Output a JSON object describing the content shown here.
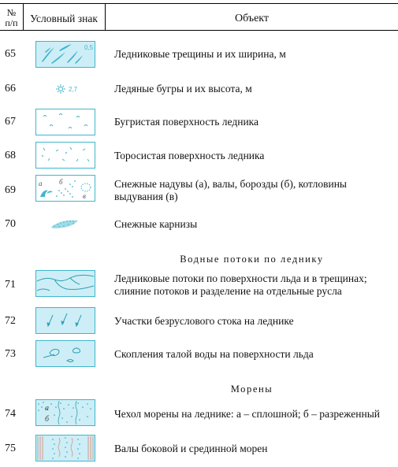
{
  "header": {
    "num_line1": "№",
    "num_line2": "п/п",
    "sign": "Условный знак",
    "object": "Объект"
  },
  "rows": [
    {
      "num": "65",
      "text": "Ледниковые трещины и их ширина, м",
      "symbol_label": "0,5"
    },
    {
      "num": "66",
      "text": "Ледяные бугры и их высота, м",
      "symbol_label": "2,7"
    },
    {
      "num": "67",
      "text": "Бугристая поверхность ледника"
    },
    {
      "num": "68",
      "text": "Торосистая поверхность ледника"
    },
    {
      "num": "69",
      "text": "Снежные надувы (а), валы, борозды (б), котловины выдувания (в)",
      "symbol_labels": [
        "а",
        "б",
        "в"
      ]
    },
    {
      "num": "70",
      "text": "Снежные карнизы"
    },
    {
      "num": "71",
      "text": "Ледниковые потоки по поверхности льда и в трещинах; слияние потоков и разделение на отдельные русла"
    },
    {
      "num": "72",
      "text": "Участки безруслового стока на леднике"
    },
    {
      "num": "73",
      "text": "Скопления талой воды на поверхности льда"
    },
    {
      "num": "74",
      "text": "Чехол морены на леднике: а – сплошной; б – разреженный",
      "symbol_labels": [
        "а",
        "б"
      ]
    },
    {
      "num": "75",
      "text": "Валы боковой и срединной морен"
    }
  ],
  "sections": {
    "water": "Водные потоки по леднику",
    "moraines": "Морены"
  },
  "colors": {
    "ice_fill": "#cdeef6",
    "ice_stroke": "#3fb6cc",
    "moraine_red": "#d9826f"
  }
}
